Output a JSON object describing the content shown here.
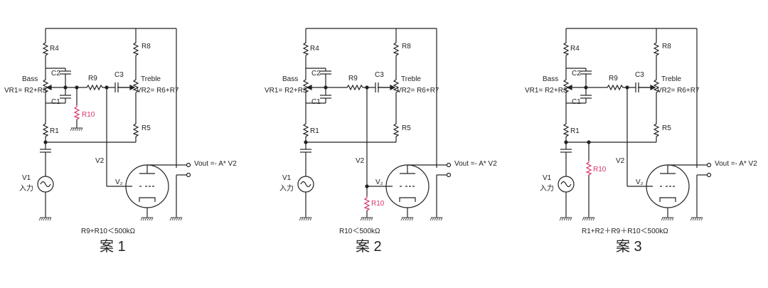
{
  "colors": {
    "wire": "#222222",
    "highlight": "#d6336c",
    "ground": "#555555"
  },
  "labels": {
    "r4": "R4",
    "r8": "R8",
    "r9": "R9",
    "r1": "R1",
    "r5": "R5",
    "r10": "R10",
    "c1": "C1",
    "c2": "C2",
    "c3": "C3",
    "bass": "Bass",
    "treble": "Treble",
    "vr1": "VR1= R2+R3",
    "vr2": "VR2= R6+R7",
    "v1": "V1",
    "input": "入力",
    "v2": "V2",
    "v2tube": "V₂",
    "vout": "Vout =- A* V2"
  },
  "cases": [
    {
      "title": "案 1",
      "condition": "R9+R10＜500kΩ"
    },
    {
      "title": "案 2",
      "condition": "R10＜500kΩ"
    },
    {
      "title": "案 3",
      "condition": "R1+R2＋R9＋R10＜500kΩ"
    }
  ]
}
